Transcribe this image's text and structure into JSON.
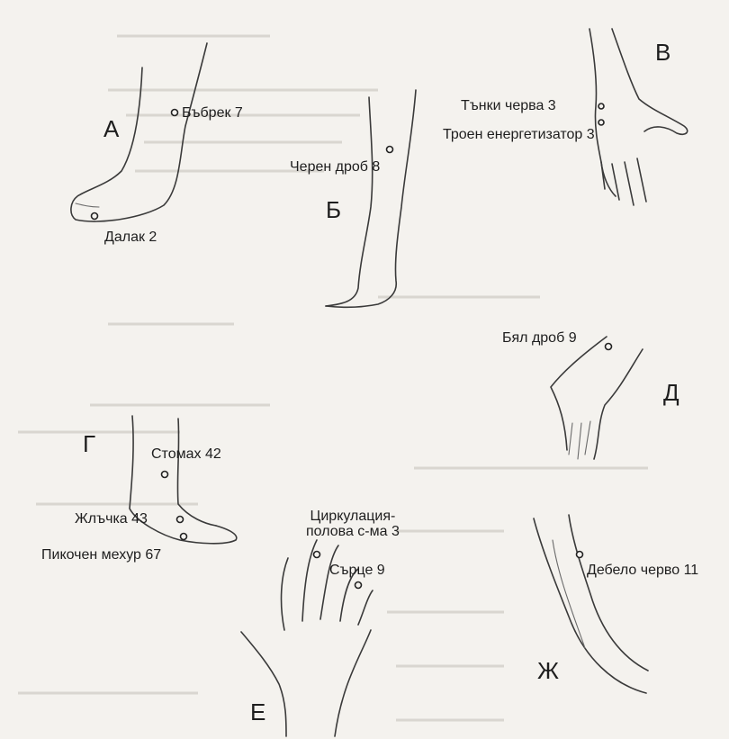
{
  "figures": {
    "a": {
      "letter": "А",
      "points": [
        "Бъбрек 7",
        "Далак 2"
      ]
    },
    "b": {
      "letter": "Б",
      "points": [
        "Черен дроб 8"
      ]
    },
    "v": {
      "letter": "В",
      "points": [
        "Тънки черва 3",
        "Троен енергетизатор 3"
      ]
    },
    "g": {
      "letter": "Г",
      "points": [
        "Стомах 42",
        "Жлъчка 43",
        "Пикочен мехур 67"
      ]
    },
    "d": {
      "letter": "Д",
      "points": [
        "Бял дроб 9"
      ]
    },
    "e": {
      "letter": "Е",
      "points": [
        "Циркулация-\nполова с-ма 3",
        "Сърце 9"
      ]
    },
    "zh": {
      "letter": "Ж",
      "points": [
        "Дебело черво 11"
      ]
    }
  },
  "colors": {
    "ink": "#1e1e1e",
    "paper": "#f4f2ee"
  }
}
